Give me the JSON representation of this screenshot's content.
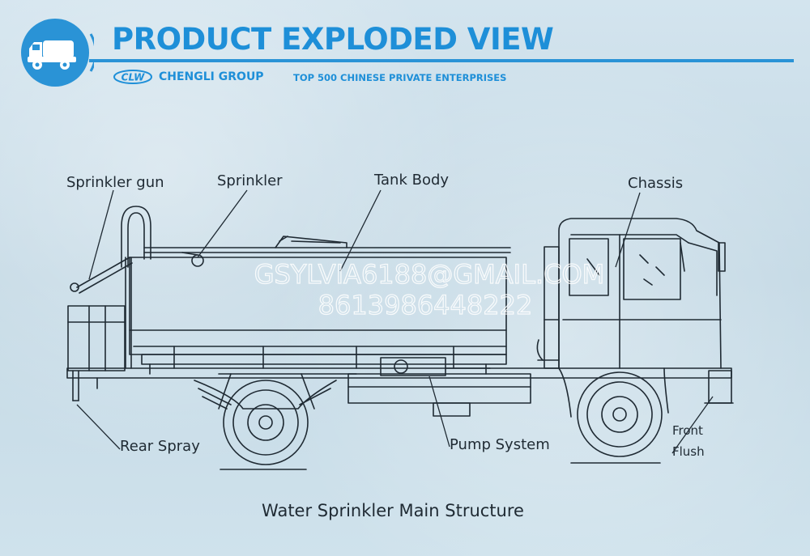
{
  "header": {
    "title": "PRODUCT EXPLODED VIEW",
    "logo_text": "CLW",
    "company": "CHENGLI GROUP",
    "tagline": "TOP 500 CHINESE PRIVATE ENTERPRISES",
    "logo_icon": "truck-icon"
  },
  "diagram": {
    "labels": {
      "sprinkler_gun": "Sprinkler gun",
      "sprinkler": "Sprinkler",
      "tank_body": "Tank Body",
      "chassis": "Chassis",
      "rear_spray": "Rear Spray",
      "pump_system": "Pump System",
      "front": "Front",
      "flush": "Flush"
    },
    "caption": "Water Sprinkler Main Structure"
  },
  "watermark": {
    "email": "GSYLVIA6188@GMAIL.COM",
    "phone": "8613986448222"
  },
  "colors": {
    "accent": "#1e8fd8",
    "line": "#1f2a33",
    "background": "#c9dde8"
  }
}
